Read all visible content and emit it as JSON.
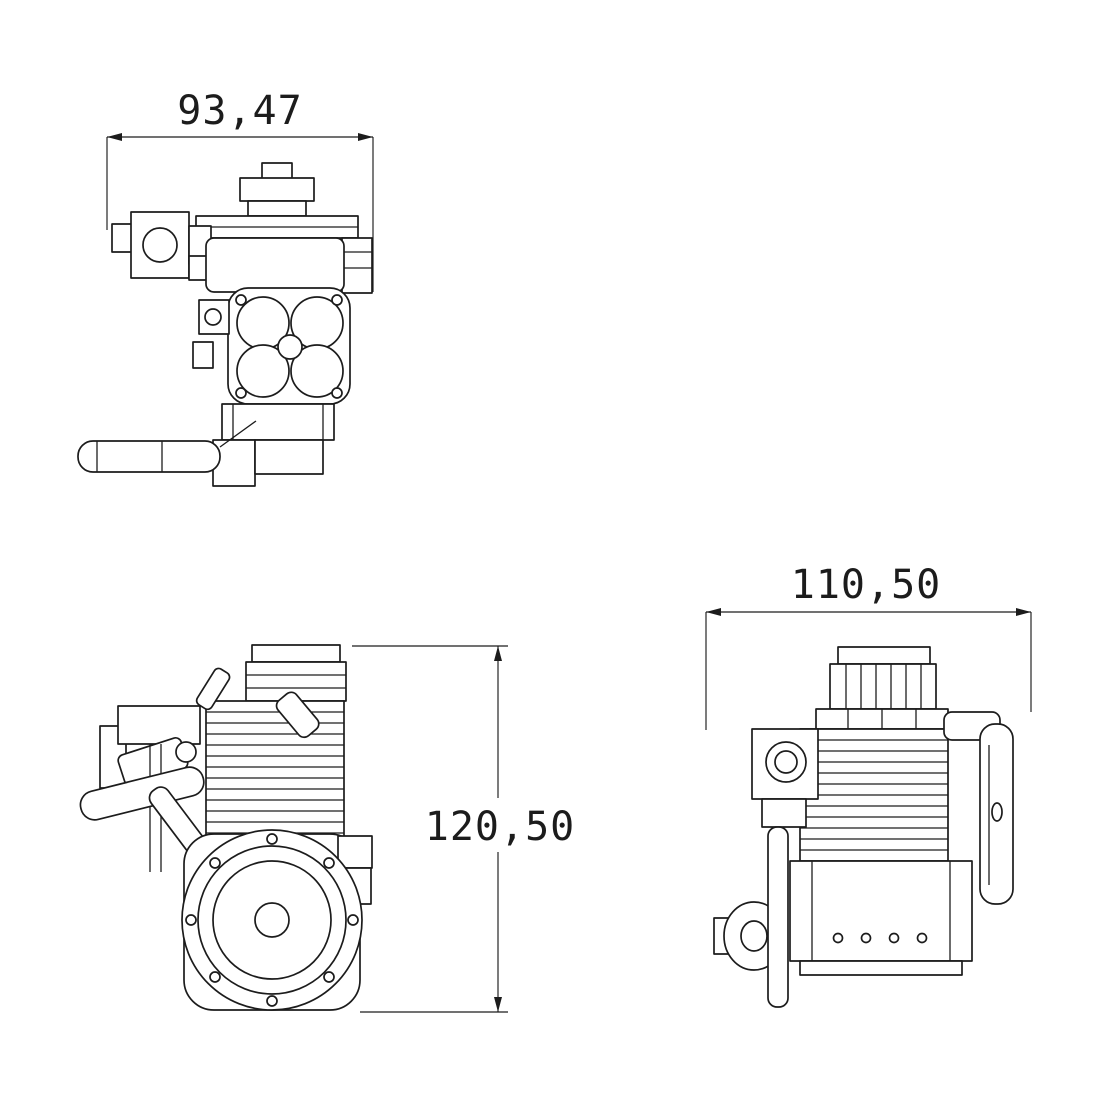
{
  "page": {
    "background_color": "#ffffff",
    "line_color": "#1c1c1c",
    "content": "engine three-view engineering drawing"
  },
  "dimensions": {
    "top_view_width": "93,47",
    "front_view_height": "120,50",
    "side_view_width": "110,50"
  }
}
